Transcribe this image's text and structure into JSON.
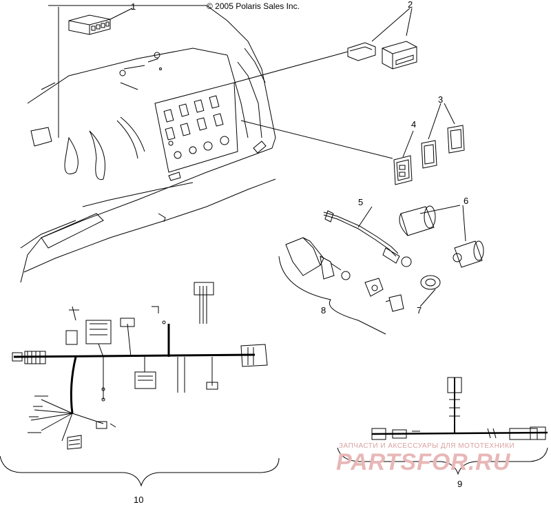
{
  "copyright": "© 2005 Polaris Sales Inc.",
  "callouts": [
    "1",
    "2",
    "3",
    "4",
    "5",
    "6",
    "7",
    "8",
    "9",
    "10"
  ],
  "watermark": {
    "tagline": "ЗАПЧАСТИ И АКСЕССУАРЫ ДЛЯ МОТОТЕХНИКИ",
    "logo": "PARTSFOR.RU"
  }
}
